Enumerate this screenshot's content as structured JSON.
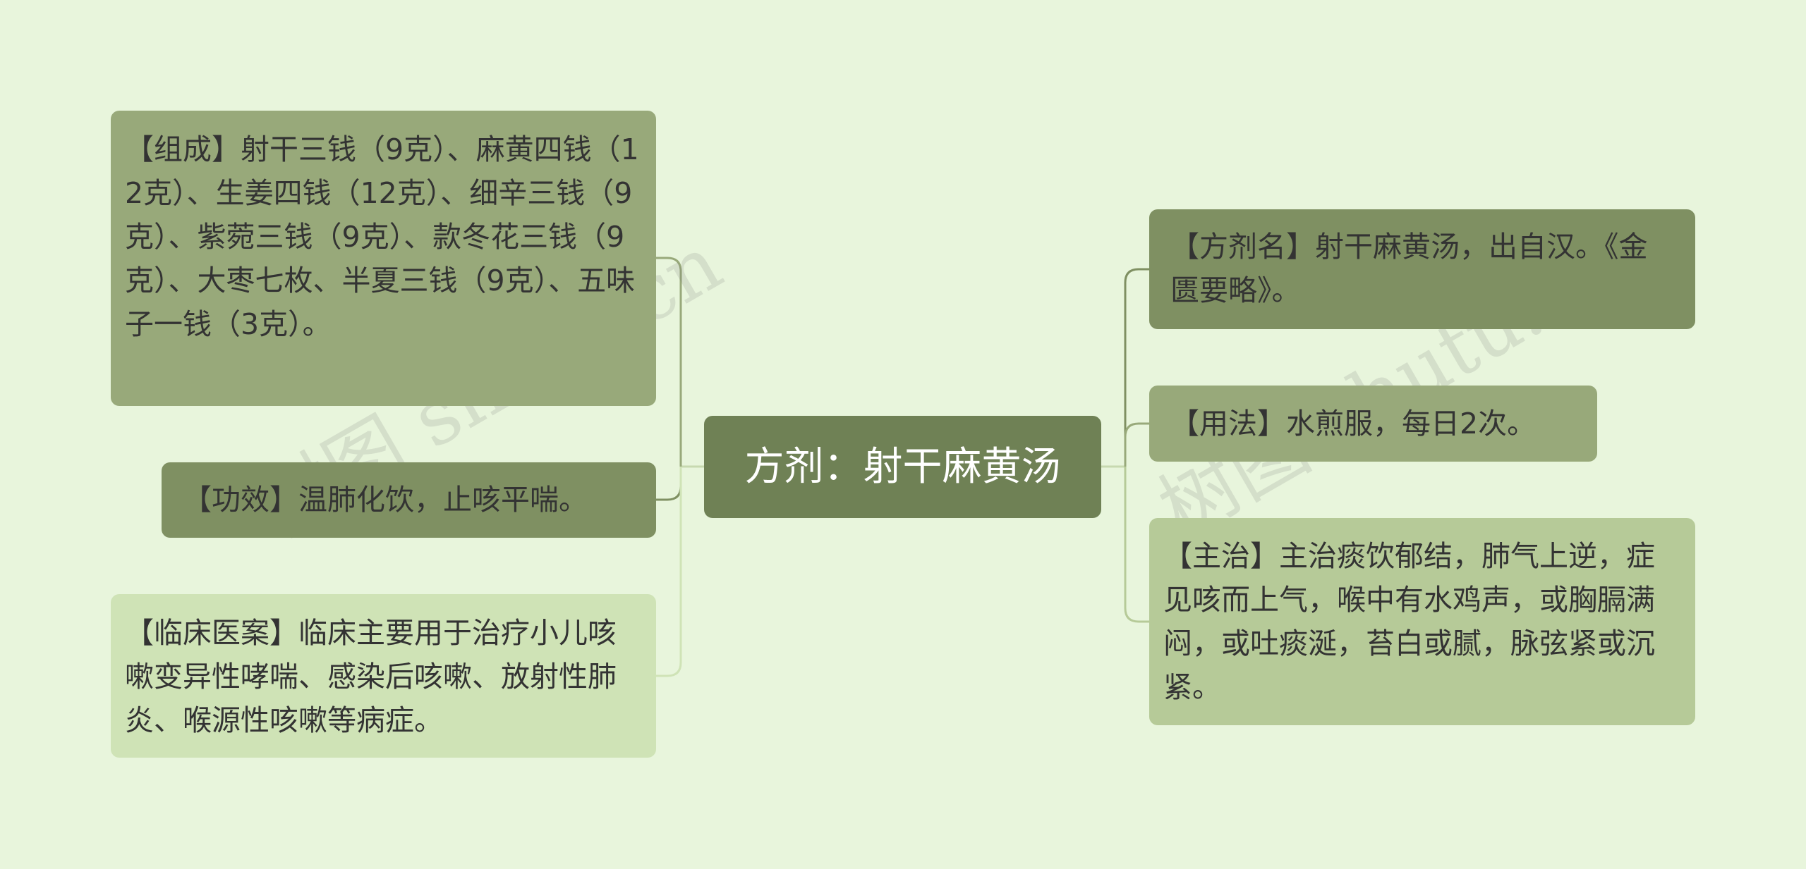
{
  "root": {
    "label": "方剂：射干麻黄汤"
  },
  "branches": {
    "zucheng": "【组成】射干三钱（9克）、麻黄四钱（12克）、生姜四钱（12克）、细辛三钱（9克）、紫菀三钱（9克）、款冬花三钱（9克）、大枣七枚、半夏三钱（9克）、五味子一钱（3克）。",
    "gongxiao": "【功效】温肺化饮，止咳平喘。",
    "linchuang": "【临床医案】临床主要用于治疗小儿咳嗽变异性哮喘、感染后咳嗽、放射性肺炎、喉源性咳嗽等病症。",
    "fangji": "【方剂名】射干麻黄汤，出自汉。《金匮要略》。",
    "yongfa": "【用法】水煎服，每日2次。",
    "zhuzhi": "【主治】主治痰饮郁结，肺气上逆，症见咳而上气，喉中有水鸡声，或胸膈满闷，或吐痰涎，苔白或腻，脉弦紧或沉紧。"
  },
  "watermark": "树图 shutu.cn",
  "colors": {
    "background": "#e8f5dc",
    "root": "#6f8155",
    "dark_node": "#7f9062",
    "mid_node": "#98a97a",
    "light_node": "#b6ca98",
    "pale_node": "#cfe3b6"
  }
}
